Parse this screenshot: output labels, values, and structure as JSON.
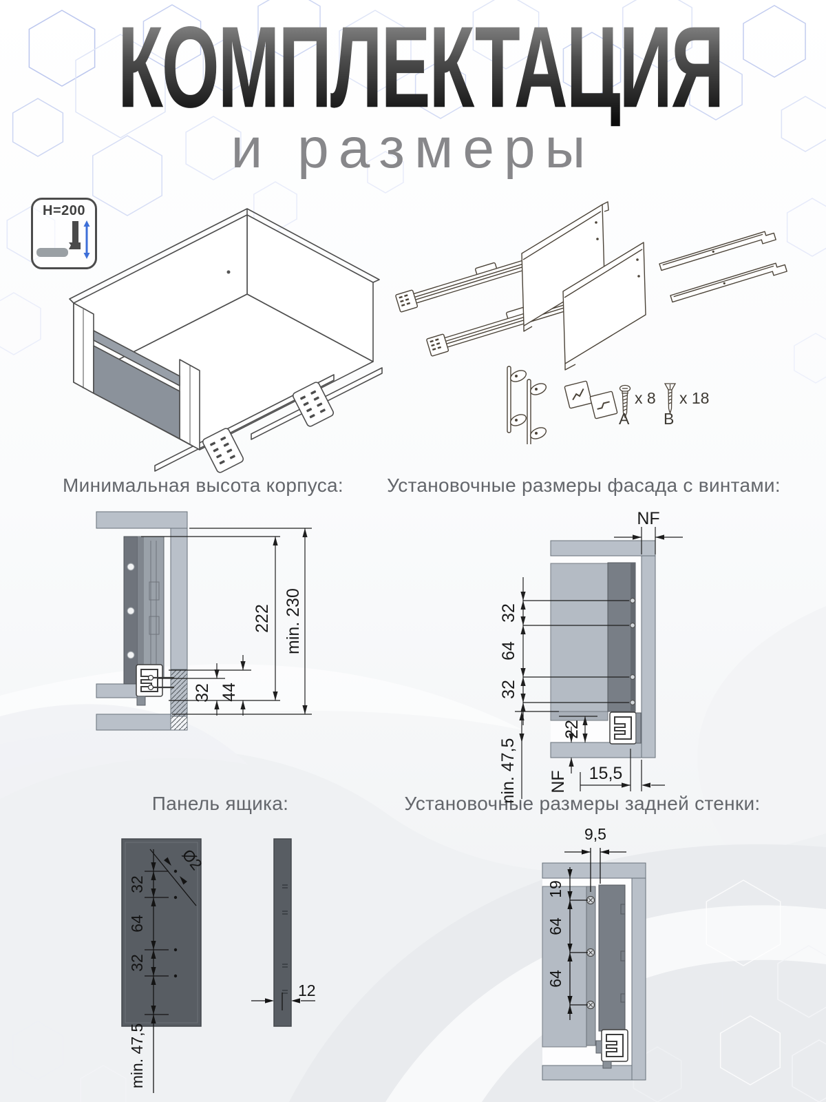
{
  "page": {
    "title_main": "КОМПЛЕКТАЦИЯ",
    "title_sub": "и размеры"
  },
  "height_badge": {
    "label": "H=200"
  },
  "components": {
    "screw_a": {
      "qty": "x 8",
      "letter": "A"
    },
    "screw_b": {
      "qty": "x 18",
      "letter": "B"
    }
  },
  "section_min_height": {
    "heading": "Минимальная высота корпуса:",
    "dims": {
      "d222": "222",
      "d230": "min. 230",
      "d32": "32",
      "d44": "44"
    }
  },
  "section_facade": {
    "heading": "Установочные размеры фасада с винтами:",
    "dims": {
      "nf_top": "NF",
      "p32a": "32",
      "p64": "64",
      "p32b": "32",
      "g22": "22",
      "min475": "min. 47,5",
      "nf_bottom": "NF",
      "o155": "15,5"
    }
  },
  "section_panel": {
    "heading": "Панель ящика:",
    "dims": {
      "dia": "Ø2",
      "p32a": "32",
      "p64": "64",
      "p32b": "32",
      "min475": "min. 47,5",
      "t12": "12"
    }
  },
  "section_back": {
    "heading": "Установочные размеры задней стенки:",
    "dims": {
      "o95": "9,5",
      "t19": "19",
      "p64a": "64",
      "p64b": "64"
    }
  },
  "colors": {
    "accent_blue": "#3d6fd8",
    "title_dark": "#111111",
    "cabinet_fill": "#b9c0c9",
    "panel_fill": "#6f747c",
    "hex_outline": "#c7d1f0"
  }
}
